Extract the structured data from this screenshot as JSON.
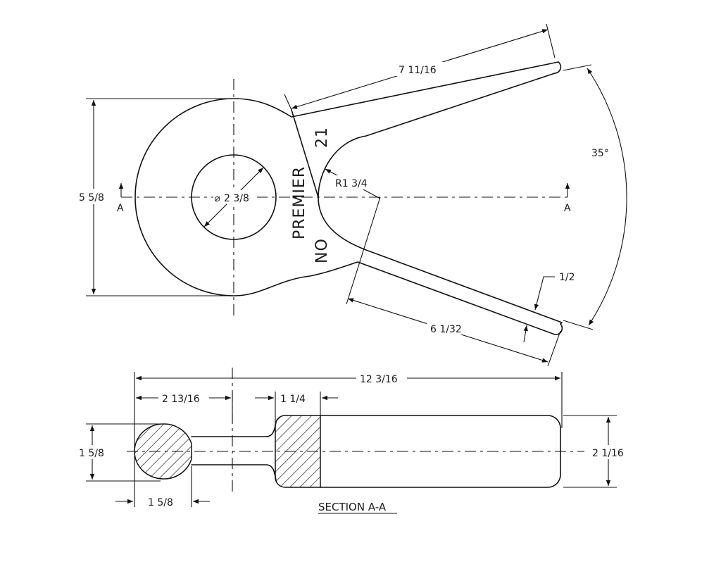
{
  "drawing": {
    "dimensions": {
      "overall_height": "5 5/8",
      "hole_diameter": "2 3/8",
      "fork_outer_length": "7 11/16",
      "fork_angle": "35°",
      "throat_radius": "R1 3/4",
      "prong_width": "1/2",
      "fork_inner_length": "6 1/32",
      "overall_length": "12 3/16",
      "section_ring_offset": "2 13/16",
      "web_width": "1 1/4",
      "ring_thickness": "1 5/8",
      "ring_width_bottom": "1 5/8",
      "prong_thickness": "2 1/16"
    },
    "section_markers": {
      "left": "A",
      "right": "A"
    },
    "stamping": {
      "line1": "PREMIER",
      "line2": "NO",
      "line3": "21"
    },
    "section_title": "SECTION A-A"
  }
}
